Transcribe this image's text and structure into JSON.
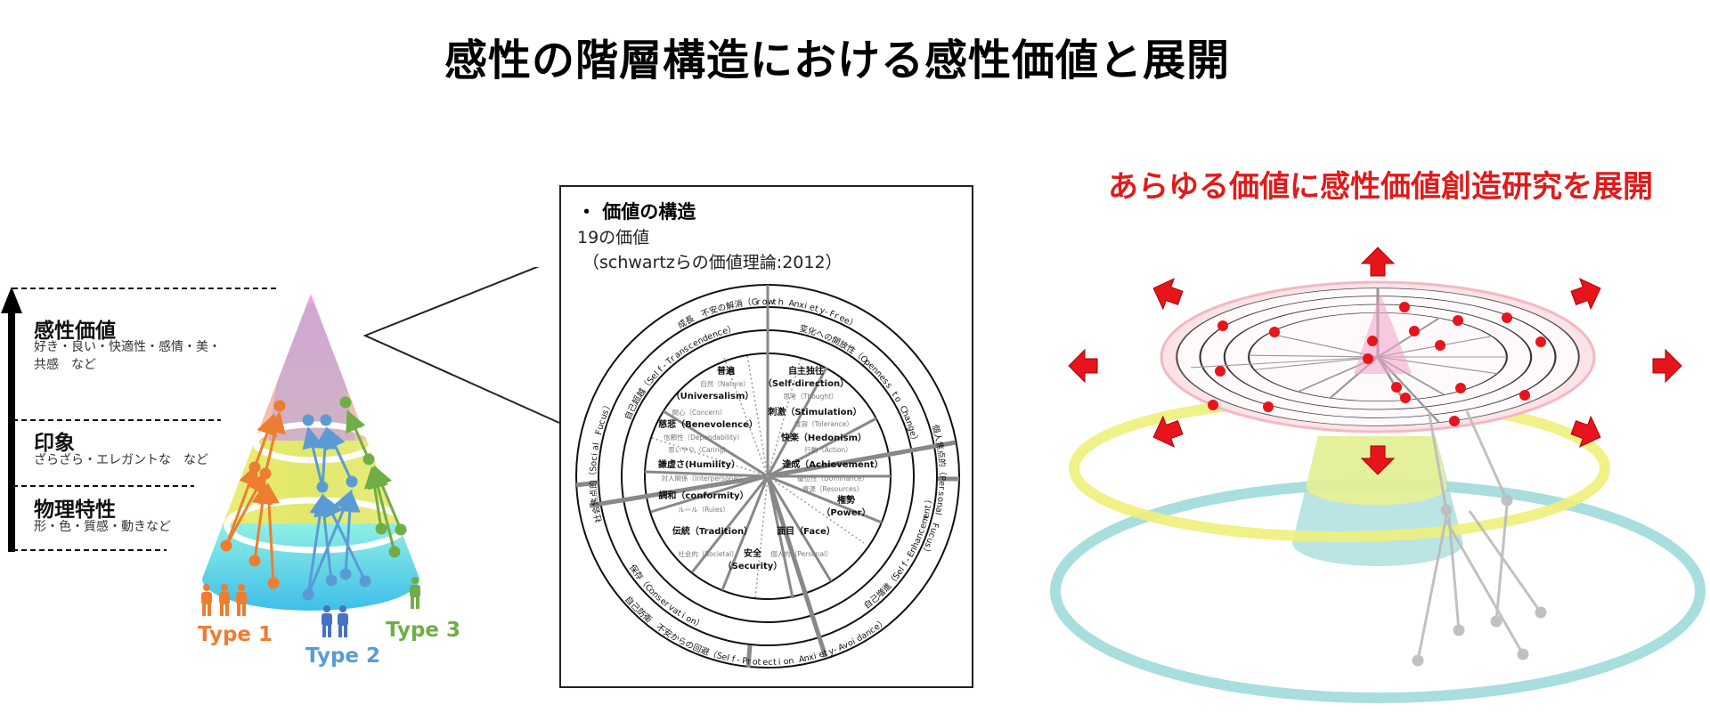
{
  "title": "感性の階層構造における感性価値と展開",
  "levels": [
    {
      "heading": "感性価値",
      "desc_line1": "好き・良い・快適性・感情・美・",
      "desc_line2": "共感　など"
    },
    {
      "heading": "印象",
      "desc_line1": "ざらざら・エレガントな　など"
    },
    {
      "heading": "物理特性",
      "desc_line1": "形・色・質感・動きなど"
    }
  ],
  "types": [
    {
      "label": "Type 1",
      "color": "#ed7d31"
    },
    {
      "label": "Type 2",
      "color": "#5b9bd5"
    },
    {
      "label": "Type 3",
      "color": "#70ad47"
    }
  ],
  "value_box": {
    "heading": "・ 価値の構造",
    "line1": "19の価値",
    "line2": "（schwartzらの価値理論:2012）"
  },
  "wheel": {
    "outer": {
      "top": "成長　不安の解消（Growth Anxiety-Free）",
      "bottom": "自己防衛　不安からの回避（Self-Protection Anxiety-Avoidance）",
      "left": "社会焦点的（Social Fucus）",
      "right": "個人焦点的（Personal Fucus）"
    },
    "middle": {
      "self_transcendence": "自己超越（Self-Transcendence）",
      "openness": "変化への開放性（Openness to Change）",
      "self_enhancement": "自己増進（Self-Enhancement）",
      "conservation": "保存（Conservation）"
    },
    "values": {
      "universalism_jp": "普遍",
      "universalism_en": "（Universalism）",
      "self_direction_jp": "自主独往",
      "self_direction_en": "（Self-direction）",
      "stimulation": "刺激（Stimulation）",
      "hedonism": "快楽（Hedonism）",
      "achievement": "達成（Achievement）",
      "power_jp": "権勢",
      "power_en": "（Power）",
      "face": "面目（Face）",
      "security_jp": "安全",
      "security_en": "（Security）",
      "tradition": "伝統（Tradition）",
      "conformity": "調和（conformity）",
      "humility": "謙虚さ(Humility）",
      "benevolence": "慈悲（Benevolence）"
    },
    "sub_values": {
      "tolerance": "寛容（Tolerance）",
      "nature": "自然（Nature）",
      "concern": "関心（Concern）",
      "thought": "思考（Thought）",
      "action": "行動（Action）",
      "dependability": "信頼性（Dependability）",
      "caring": "思いやり（Caring）",
      "interpersonal": "対人関係（Interpersonal）",
      "rules": "ルール（Rules）",
      "societal": "社会的（Societal）",
      "personal": "個人的（Personal）",
      "dominance": "優位性（Dominance）",
      "resources": "資源（Resources）"
    }
  },
  "right_title": "あらゆる価値に感性価値創造研究を展開",
  "colors": {
    "accent_red": "#e01b1b",
    "yellow_ring": "#eef07a",
    "teal_ring": "#a8dedd"
  }
}
